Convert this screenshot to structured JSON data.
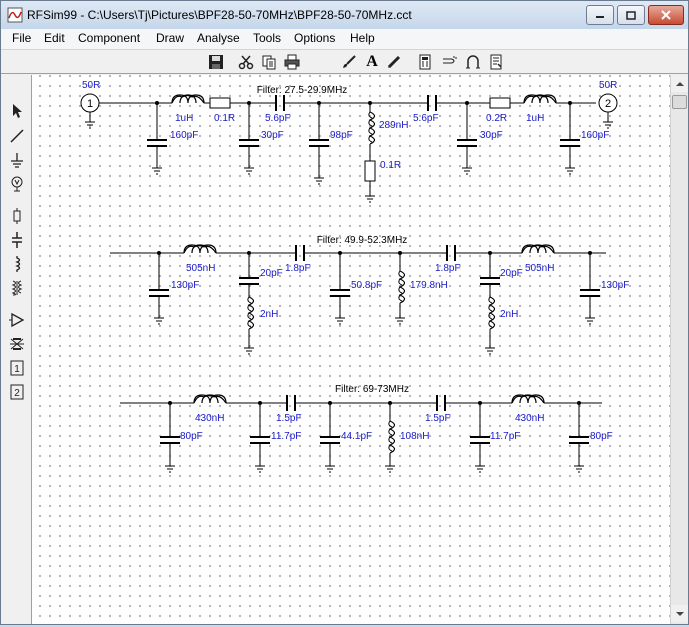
{
  "window": {
    "title": "RFSim99 - C:\\Users\\Tj\\Pictures\\BPF28-50-70MHz\\BPF28-50-70MHz.cct",
    "minimize_icon": "minimize-icon",
    "maximize_icon": "maximize-icon",
    "close_icon": "close-icon"
  },
  "menu": {
    "file": "File",
    "edit": "Edit",
    "component": "Component",
    "draw": "Draw",
    "analyse": "Analyse",
    "tools": "Tools",
    "options": "Options",
    "help": "Help"
  },
  "toolbar_icons": [
    "save-icon",
    "cut-icon",
    "copy-icon",
    "print-icon",
    "brush-icon",
    "text-icon",
    "pencil-icon",
    "calculator-icon",
    "transmission-line-icon",
    "ring-icon",
    "notes-icon"
  ],
  "toolbar": {
    "text_glyph": "A"
  },
  "left_tools": [
    "select-arrow-icon",
    "wire-icon",
    "ground-icon",
    "probe-icon",
    "resistor-icon",
    "capacitor-icon",
    "inductor-icon",
    "transformer-icon",
    "amplifier-icon",
    "coupler-icon",
    "port-1-icon",
    "port-2-icon"
  ],
  "left_tool_labels": {
    "port1": "1",
    "port2": "2"
  },
  "colors": {
    "label_blue": "#1a1ac8",
    "wire": "#000000",
    "title_black": "#000000"
  },
  "schematic": {
    "filter1": {
      "title": "Filter: 27.5-29.9MHz",
      "port1_label": "1",
      "port1_impedance": "50R",
      "port2_label": "2",
      "port2_impedance": "50R",
      "l_in": "1uH",
      "r_in": "0.1R",
      "c_in_shunt": "160pF",
      "c_series1": "5.6pF",
      "c_shunt2": "30pF",
      "c_shunt3": "98pF",
      "l_shunt": "289nH",
      "r_shunt": "0.1R",
      "c_series2": "5.6pF",
      "c_shunt4": "30pF",
      "r_out": "0.2R",
      "l_out": "1uH",
      "c_out_shunt": "160pF"
    },
    "filter2": {
      "title": "Filter: 49.9-52.3MHz",
      "c_shunt1": "130pF",
      "l1": "505nH",
      "c_shunt2": "20pF",
      "l_shunt2": "2nH",
      "c_series1": "1.8pF",
      "c_shunt3": "50.8pF",
      "l_shunt3": "179.8nH",
      "c_series2": "1.8pF",
      "c_shunt4": "20pF",
      "l_shunt4": "2nH",
      "l2": "505nH",
      "c_shunt5": "130pF"
    },
    "filter3": {
      "title": "Filter: 69-73MHz",
      "c_shunt1": "80pF",
      "l1": "430nH",
      "c_shunt2": "11.7pF",
      "c_series1": "1.5pF",
      "c_shunt3": "44.1pF",
      "l_shunt": "108nH",
      "c_series2": "1.5pF",
      "c_shunt4": "11.7pF",
      "l2": "430nH",
      "c_shunt5": "80pF"
    }
  }
}
